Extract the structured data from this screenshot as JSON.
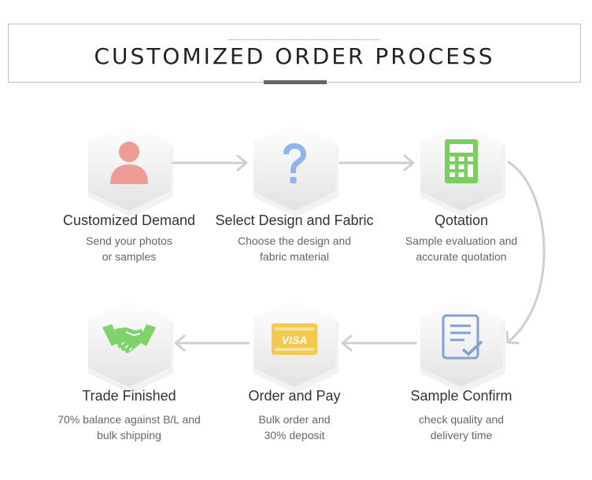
{
  "header": {
    "title": "CUSTOMIZED ORDER PROCESS"
  },
  "colors": {
    "user": "#ef9b96",
    "question": "#8fb4ee",
    "calculator": "#79cf5e",
    "document": "#7fa2d6",
    "visa": "#f5c94e",
    "handshake": "#7ed46a",
    "arrow": "#cfcfcf"
  },
  "steps": [
    {
      "icon": "user-icon",
      "title": "Customized Demand",
      "desc1": "Send your photos",
      "desc2": "or samples"
    },
    {
      "icon": "question-mark-icon",
      "title": "Select Design and Fabric",
      "desc1": "Choose the design and",
      "desc2": "fabric material"
    },
    {
      "icon": "calculator-icon",
      "title": "Qotation",
      "desc1": "Sample evaluation and",
      "desc2": "accurate quotation"
    },
    {
      "icon": "document-check-icon",
      "title": "Sample Confirm",
      "desc1": "check quality and",
      "desc2": "delivery time"
    },
    {
      "icon": "visa-card-icon",
      "title": "Order and Pay",
      "desc1": "Bulk order and",
      "desc2": "30% deposit"
    },
    {
      "icon": "handshake-icon",
      "title": "Trade Finished",
      "desc1": "70% balance against B/L and",
      "desc2": "bulk shipping"
    }
  ],
  "visa_label": "VISA"
}
